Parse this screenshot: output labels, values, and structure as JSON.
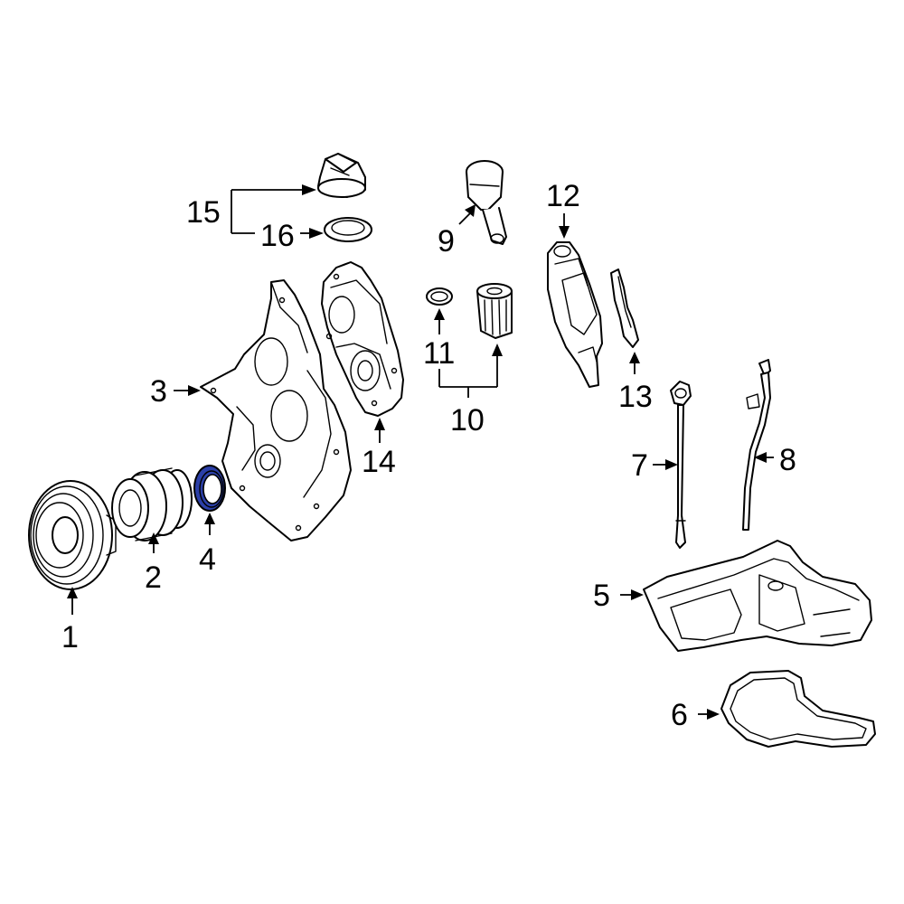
{
  "highlight_color": "#2b3fa8",
  "line_color": "#000000",
  "background": "#ffffff",
  "highlighted_part": "4",
  "callouts": {
    "c1": "1",
    "c2": "2",
    "c3": "3",
    "c4": "4",
    "c5": "5",
    "c6": "6",
    "c7": "7",
    "c8": "8",
    "c9": "9",
    "c10": "10",
    "c11": "11",
    "c12": "12",
    "c13": "13",
    "c14": "14",
    "c15": "15",
    "c16": "16"
  }
}
